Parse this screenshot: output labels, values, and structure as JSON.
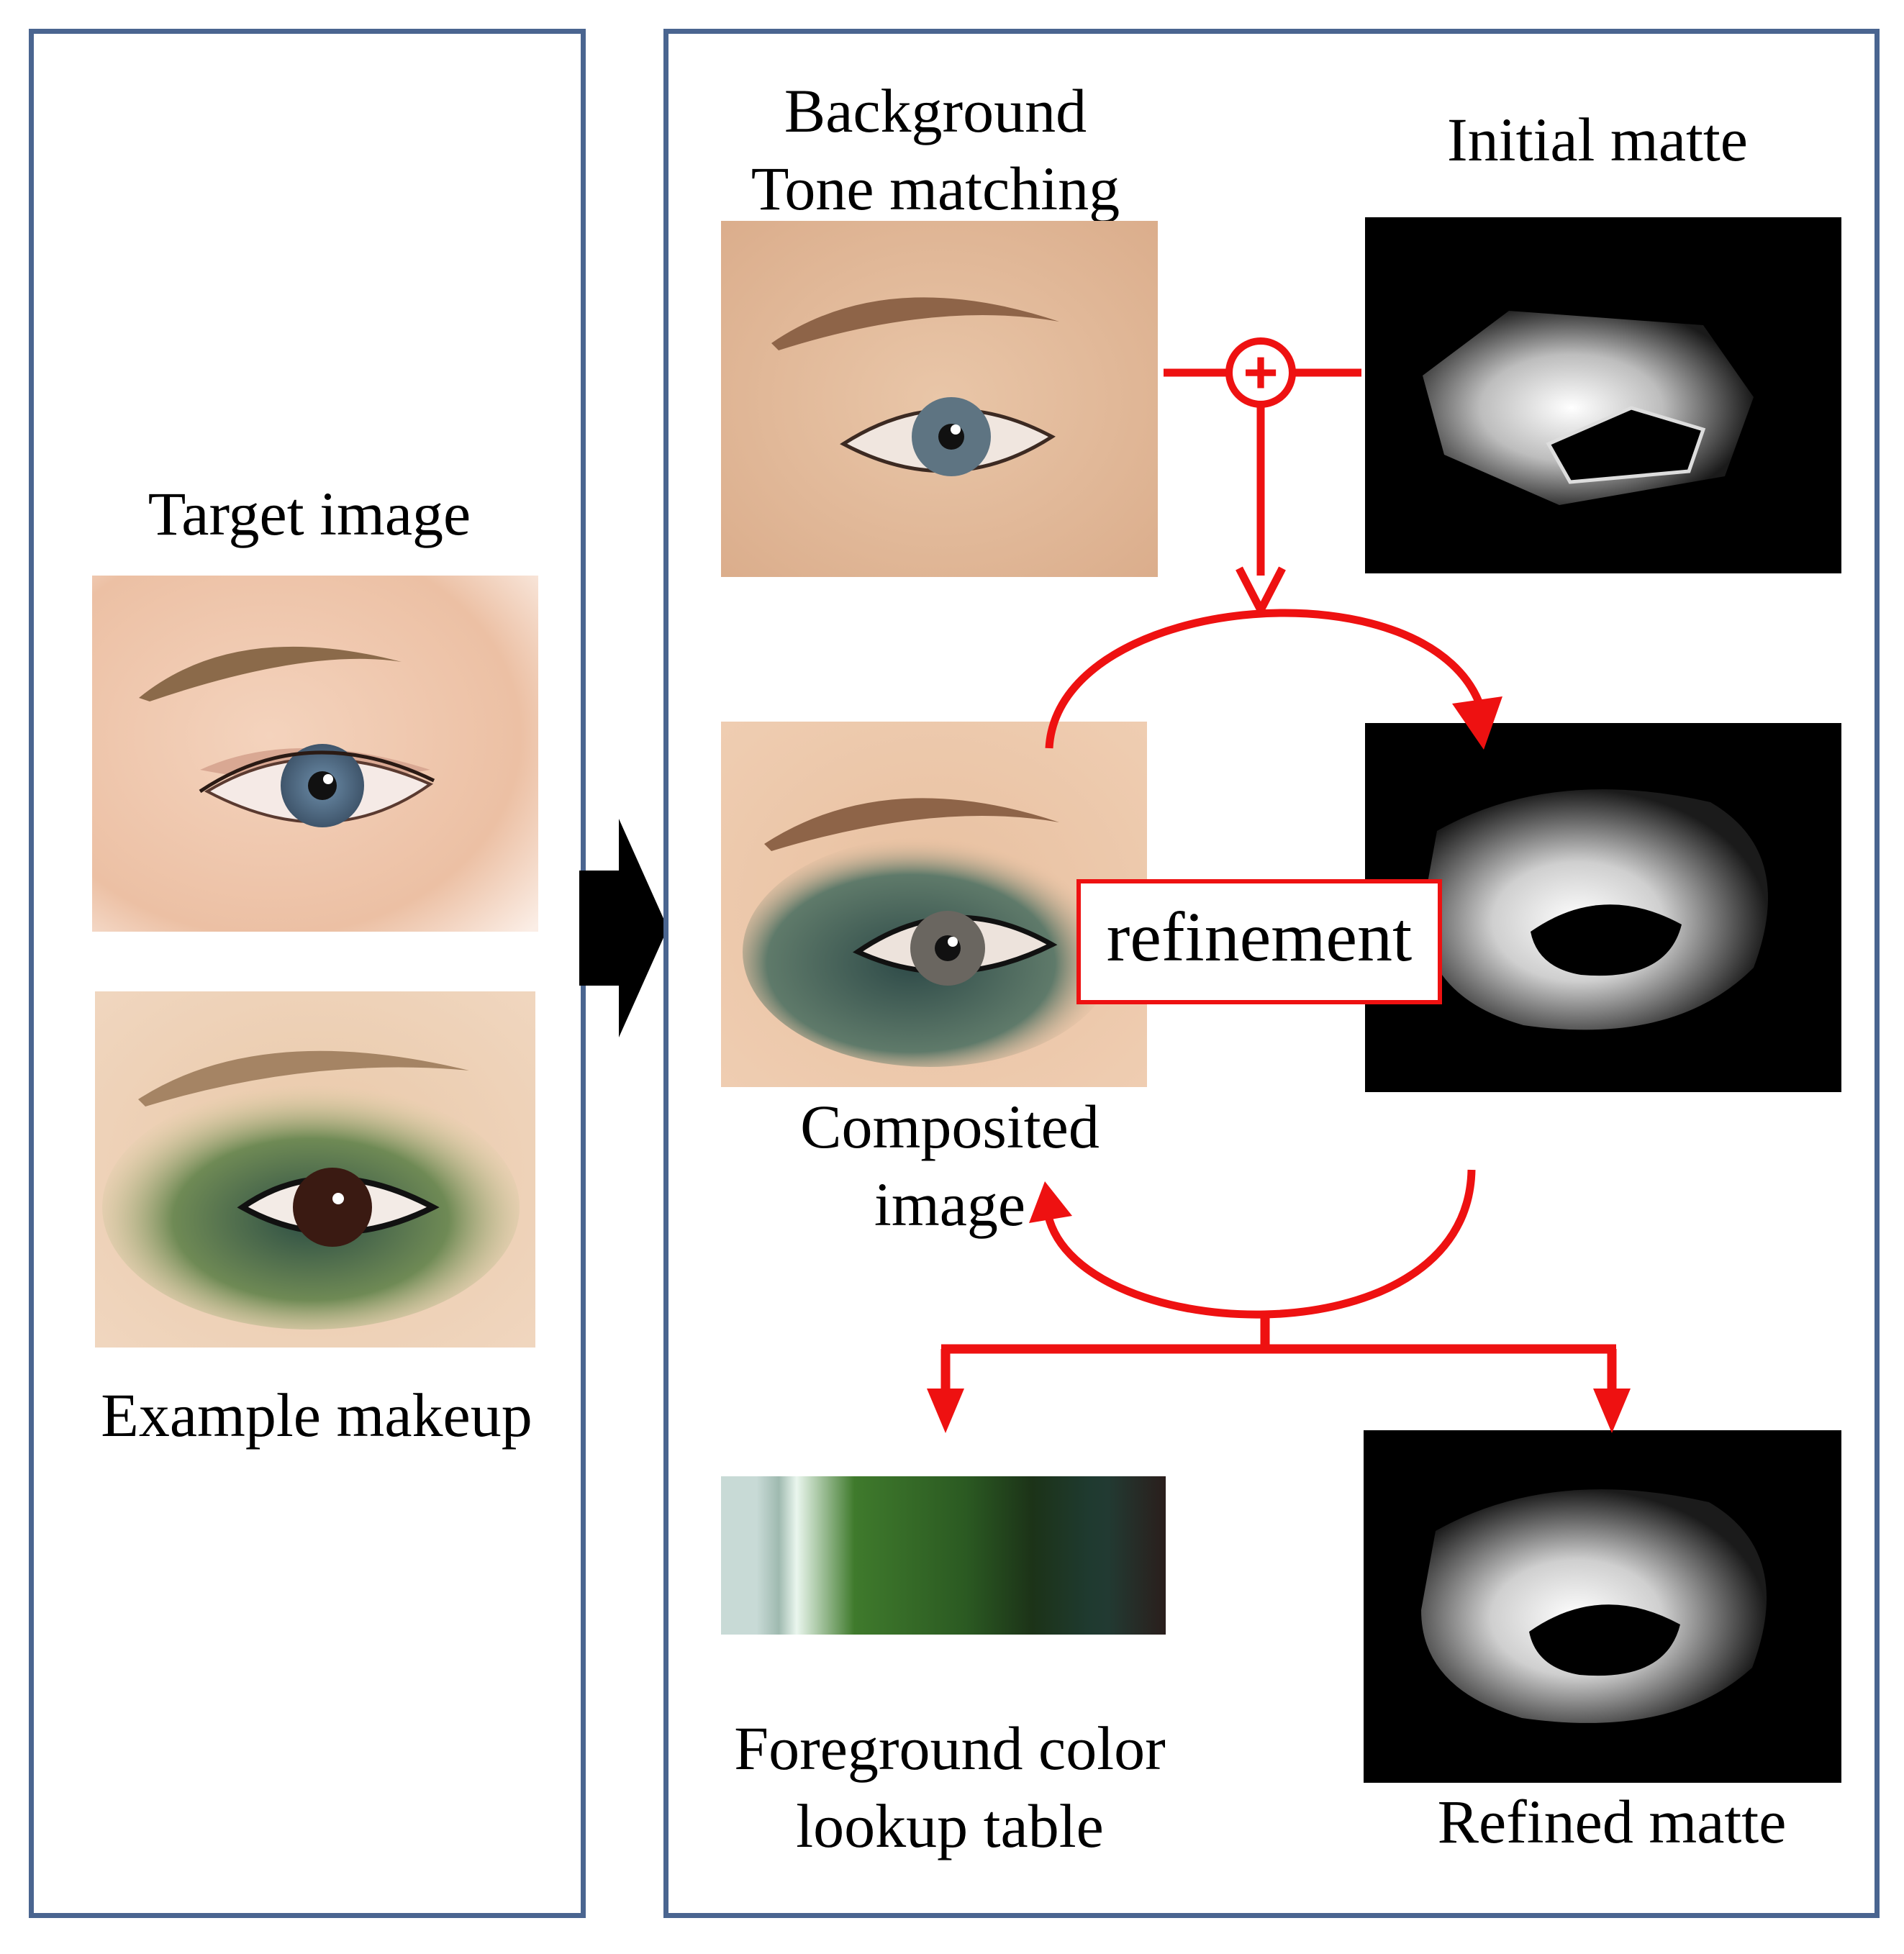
{
  "left_panel": {
    "target_label": "Target image",
    "example_label": "Example makeup"
  },
  "right_panel": {
    "background_label": [
      "Background",
      "Tone matching"
    ],
    "initial_matte_label": "Initial matte",
    "composited_label": [
      "Composited",
      "image"
    ],
    "refinement_label": "refinement",
    "lookup_label": [
      "Foreground color",
      "lookup table"
    ],
    "refined_matte_label": "Refined matte",
    "plus_symbol": "+"
  },
  "colors": {
    "panel_border": "#4a6590",
    "arrow_red": "#ee1111",
    "skin": "#efc7a6",
    "eyeshadow": "#2e5a4a"
  },
  "lookup_gradient": [
    "#c8dad6",
    "#9fbab0",
    "#eaf6ee",
    "#3f7a2c",
    "#2b5a22",
    "#1c3318",
    "#1f3a30",
    "#223a32",
    "#2a1e1c"
  ]
}
